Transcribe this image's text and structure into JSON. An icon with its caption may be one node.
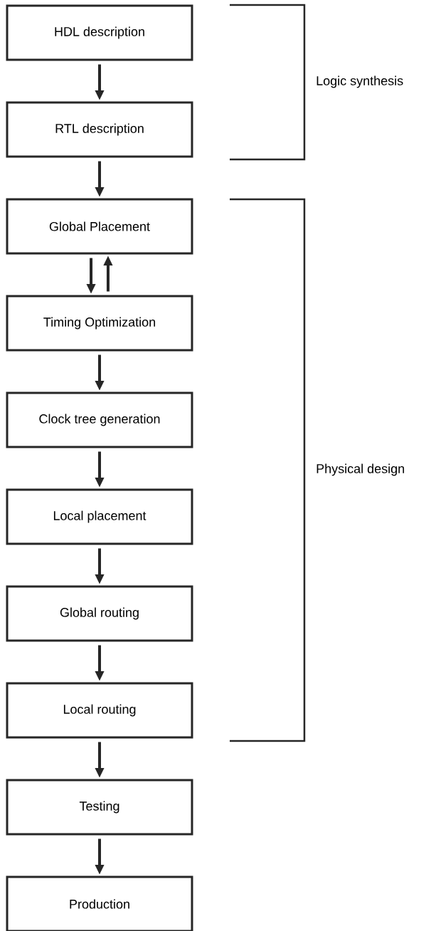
{
  "diagram": {
    "nodes": [
      {
        "text": [
          "HDL description"
        ]
      },
      {
        "text": [
          "RTL description"
        ]
      },
      {
        "text": [
          "Global Placement"
        ]
      },
      {
        "text": [
          "Timing Optimization"
        ]
      },
      {
        "text": [
          "Clock tree generation"
        ]
      },
      {
        "text": [
          "Local placement"
        ]
      },
      {
        "text": [
          "Global routing"
        ]
      },
      {
        "text": [
          "Local routing"
        ]
      },
      {
        "text": [
          "Testing"
        ]
      },
      {
        "text": [
          "Production"
        ]
      }
    ],
    "edges": [
      {
        "from": 0,
        "to": 1,
        "arrow": "to"
      },
      {
        "from": 1,
        "to": 2,
        "arrow": "to"
      },
      {
        "from": 2,
        "to": 3,
        "arrow": "to"
      },
      {
        "from": 3,
        "to": 2,
        "arrow": "to"
      },
      {
        "from": 3,
        "to": 4,
        "arrow": "to"
      },
      {
        "from": 4,
        "to": 5,
        "arrow": "to"
      },
      {
        "from": 5,
        "to": 6,
        "arrow": "to"
      },
      {
        "from": 6,
        "to": 7,
        "arrow": "to"
      },
      {
        "from": 7,
        "to": 8,
        "arrow": "to"
      },
      {
        "from": 8,
        "to": 9,
        "arrow": "to"
      }
    ],
    "labels": [
      "Logic synthesis",
      "Physical design"
    ]
  }
}
